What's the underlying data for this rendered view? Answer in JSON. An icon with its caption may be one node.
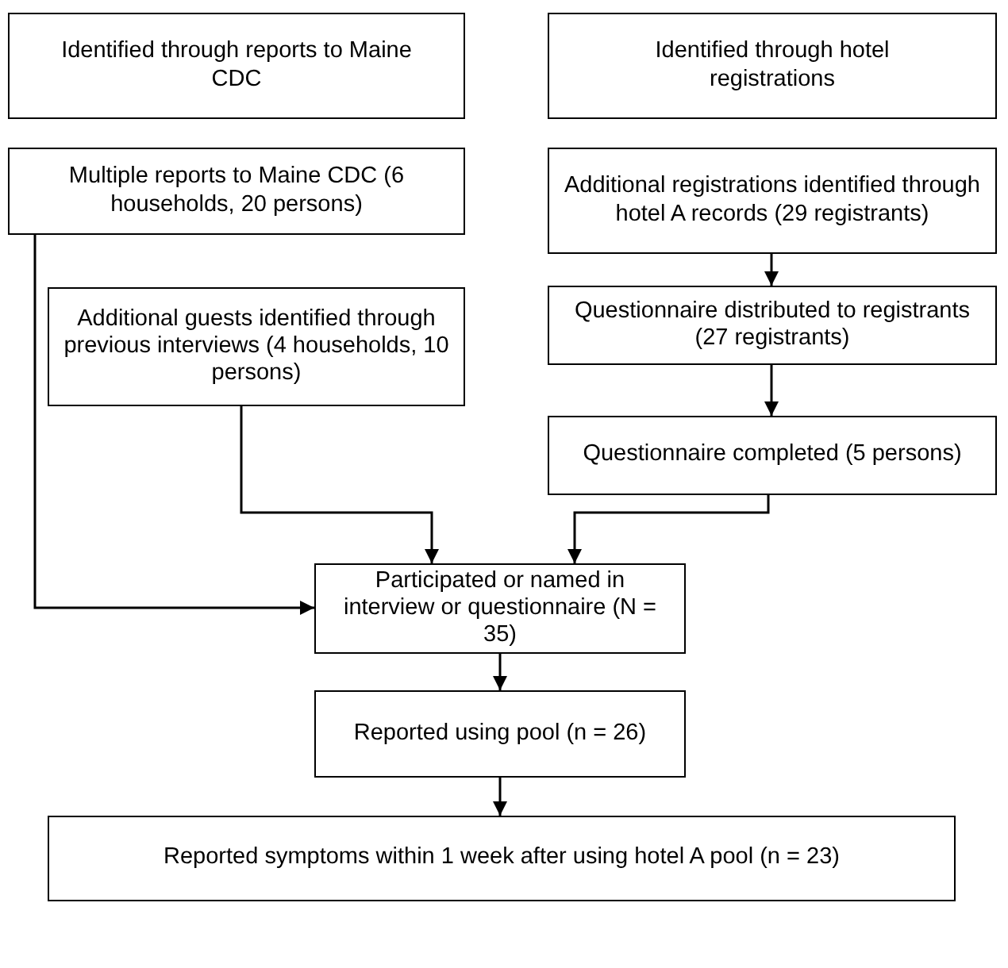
{
  "diagram": {
    "nodes": [
      {
        "text": [
          "Identified through reports to Maine CDC"
        ]
      },
      {
        "text": [
          "Identified through hotel registrations"
        ]
      },
      {
        "text": [
          "Multiple reports to Maine CDC (6 households, 20 persons)"
        ]
      },
      {
        "text": [
          "Additional registrations identified through hotel A records (29 registrants)"
        ]
      },
      {
        "text": [
          "Additional guests identified through previous interviews (4 households, 10 persons)"
        ]
      },
      {
        "text": [
          "Questionnaire distributed to registrants (27 registrants)"
        ]
      },
      {
        "text": [
          "Questionnaire completed (5 persons)"
        ]
      },
      {
        "text": [
          "Participated or named in interview or questionnaire (N = 35)"
        ]
      },
      {
        "text": [
          "Reported using pool (n = 26)"
        ]
      },
      {
        "text": [
          "Reported symptoms within 1 week after using hotel A pool (n = 23)"
        ]
      }
    ],
    "edges": [
      {
        "from": 2,
        "to": 7,
        "arrow": "to"
      },
      {
        "from": 4,
        "to": 7,
        "arrow": "to"
      },
      {
        "from": 3,
        "to": 5,
        "arrow": "to"
      },
      {
        "from": 5,
        "to": 6,
        "arrow": "to"
      },
      {
        "from": 6,
        "to": 7,
        "arrow": "to"
      },
      {
        "from": 7,
        "to": 8,
        "arrow": "to"
      },
      {
        "from": 8,
        "to": 9,
        "arrow": "to"
      }
    ]
  }
}
